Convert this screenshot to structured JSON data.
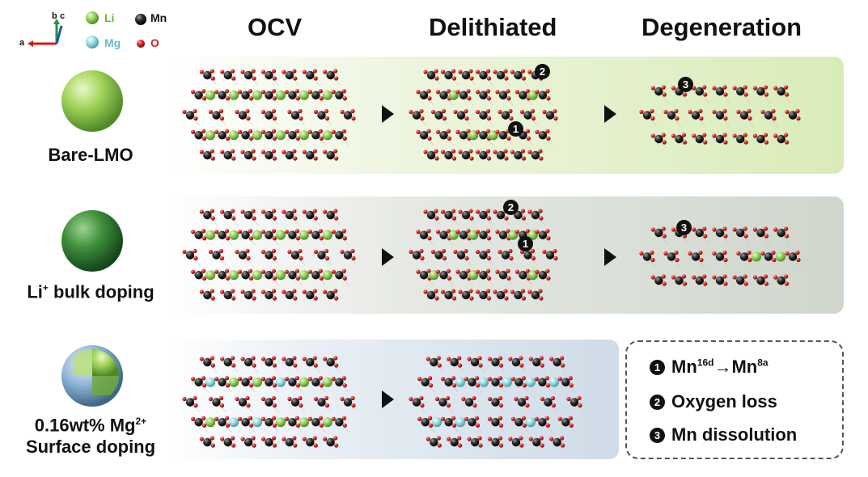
{
  "headers": {
    "ocv": "OCV",
    "delithiated": "Delithiated",
    "degeneration": "Degeneration"
  },
  "axes": {
    "a": "a",
    "b": "b",
    "c": "c"
  },
  "atom_legend": {
    "li": "Li",
    "mn": "Mn",
    "mg": "Mg",
    "o": "O"
  },
  "rows": {
    "bare": {
      "label": "Bare-LMO"
    },
    "li_doping": {
      "label_main": "Li",
      "label_sup": "+",
      "label_rest": " bulk doping"
    },
    "mg_doping": {
      "line1_main": "0.16wt% Mg",
      "line1_sup": "2+",
      "line2": "Surface doping"
    }
  },
  "markers": {
    "m1": "1",
    "m2": "2",
    "m3": "3"
  },
  "mechanisms": {
    "m1": {
      "main": "Mn",
      "sup1": "16d",
      "arrow": "→Mn",
      "sup2": "8a"
    },
    "m2": {
      "text": "Oxygen loss"
    },
    "m3": {
      "text": "Mn dissolution"
    }
  },
  "colors": {
    "li": "#7cc24e",
    "mn": "#1a1a1a",
    "mg": "#7fd3d8",
    "o": "#cc1f1f",
    "shell": "#8fb5d6"
  }
}
